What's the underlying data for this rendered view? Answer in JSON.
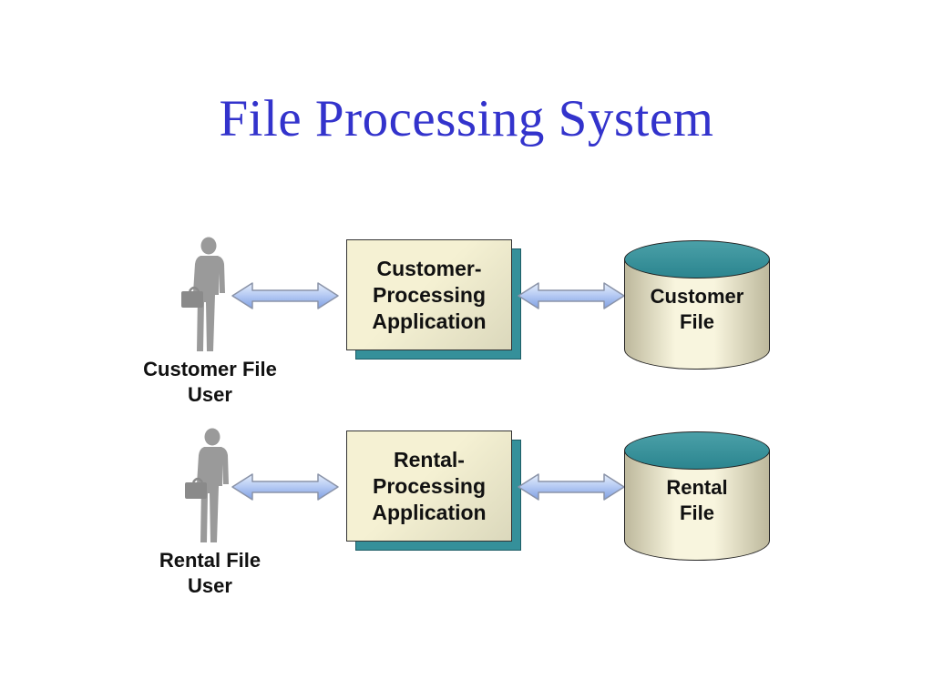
{
  "title": "File Processing System",
  "rows": [
    {
      "user": {
        "line1": "Customer File",
        "line2": "User"
      },
      "app": {
        "line1": "Customer-",
        "line2": "Processing",
        "line3": "Application"
      },
      "store": {
        "line1": "Customer",
        "line2": "File"
      }
    },
    {
      "user": {
        "line1": "Rental File",
        "line2": "User"
      },
      "app": {
        "line1": "Rental-",
        "line2": "Processing",
        "line3": "Application"
      },
      "store": {
        "line1": "Rental",
        "line2": "File"
      }
    }
  ],
  "icons": {
    "person": "person-silhouette-icon",
    "arrow": "double-headed-arrow-icon"
  },
  "colors": {
    "title_color": "#3333cc",
    "box_face_light": "#f5f1d3",
    "box_face_dark": "#dbd8bc",
    "box_depth": "#35909a",
    "cylinder_top_light": "#4ba0a8",
    "cylinder_top_dark": "#2b858f",
    "cylinder_body_light": "#f8f5de",
    "cylinder_body_dark": "#bdb89c",
    "arrow_light": "#e6eefb",
    "arrow_mid": "#b9cdf4",
    "arrow_dark": "#7f9fe3",
    "person_gray": "#9a9a9a"
  }
}
